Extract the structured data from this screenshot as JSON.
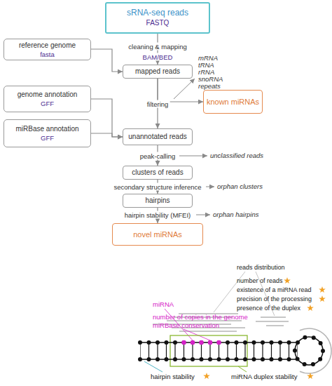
{
  "diagram": {
    "nodes": [
      {
        "text": [
          "sRNA-seq reads",
          "FASTQ"
        ]
      },
      {
        "text": [
          "reference genome",
          "fasta"
        ]
      },
      {
        "text": [
          "mapped reads"
        ]
      },
      {
        "text": [
          "genome annotation",
          "GFF"
        ]
      },
      {
        "text": [
          "miRBase annotation",
          "GFF"
        ]
      },
      {
        "text": [
          "known miRNAs"
        ]
      },
      {
        "text": [
          "unannotated reads"
        ]
      },
      {
        "text": [
          "clusters of reads"
        ]
      },
      {
        "text": [
          "hairpins"
        ]
      },
      {
        "text": [
          "novel miRNAs"
        ]
      }
    ],
    "edges": [
      {
        "from": 0,
        "to": 2,
        "arrow": "to",
        "label": "cleaning & mapping"
      },
      {
        "from": 1,
        "to": 2,
        "arrow": "to"
      },
      {
        "from": 2,
        "to": 5,
        "arrow": "to"
      },
      {
        "from": 2,
        "to": 6,
        "arrow": "to",
        "label": "filtering"
      },
      {
        "from": 3,
        "to": 6,
        "arrow": "to"
      },
      {
        "from": 4,
        "to": 6,
        "arrow": "to"
      },
      {
        "from": 6,
        "to": 7,
        "arrow": "to",
        "label": "peak-calling"
      },
      {
        "from": 7,
        "to": 8,
        "arrow": "to",
        "label": "secondary structure inference"
      },
      {
        "from": 8,
        "to": 9,
        "arrow": "to",
        "label": "hairpin stability (MFEI)"
      }
    ],
    "labels": [
      "BAM/BED",
      "mRNA",
      "tRNA",
      "rRNA",
      "snoRNA",
      "repeats",
      "unclassified reads",
      "orphan clusters",
      "orphan hairpins",
      "reads distribution",
      "number of reads",
      "existence of a miRNA read",
      "precision of the processing",
      "presence of the duplex",
      "miRNA",
      "number of copies in the genome",
      "miRBase conservation",
      "hairpin stability",
      "miRNA duplex stability"
    ]
  }
}
